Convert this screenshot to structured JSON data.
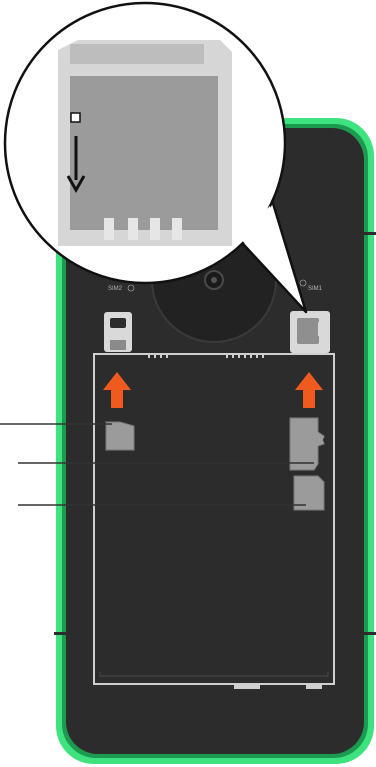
{
  "slot_labels": {
    "sim2": "SIM2",
    "sim1": "SIM1"
  },
  "colors": {
    "phone_body": "#2c2c2c",
    "phone_bezel": "#3ee27e",
    "bezel_dark": "#1c9a4f",
    "arrow": "#f15a1f",
    "card_gray": "#9b9b9b",
    "outline": "#cfcfcf",
    "leader_line": "#333333"
  },
  "icons": [
    "sim-card-icon",
    "microsd-card-icon",
    "arrow-up-icon",
    "arrow-down-icon",
    "camera-lens-icon"
  ],
  "callout_leaders": [
    "nano-sim-card",
    "microsd-card",
    "micro-sim-card"
  ]
}
